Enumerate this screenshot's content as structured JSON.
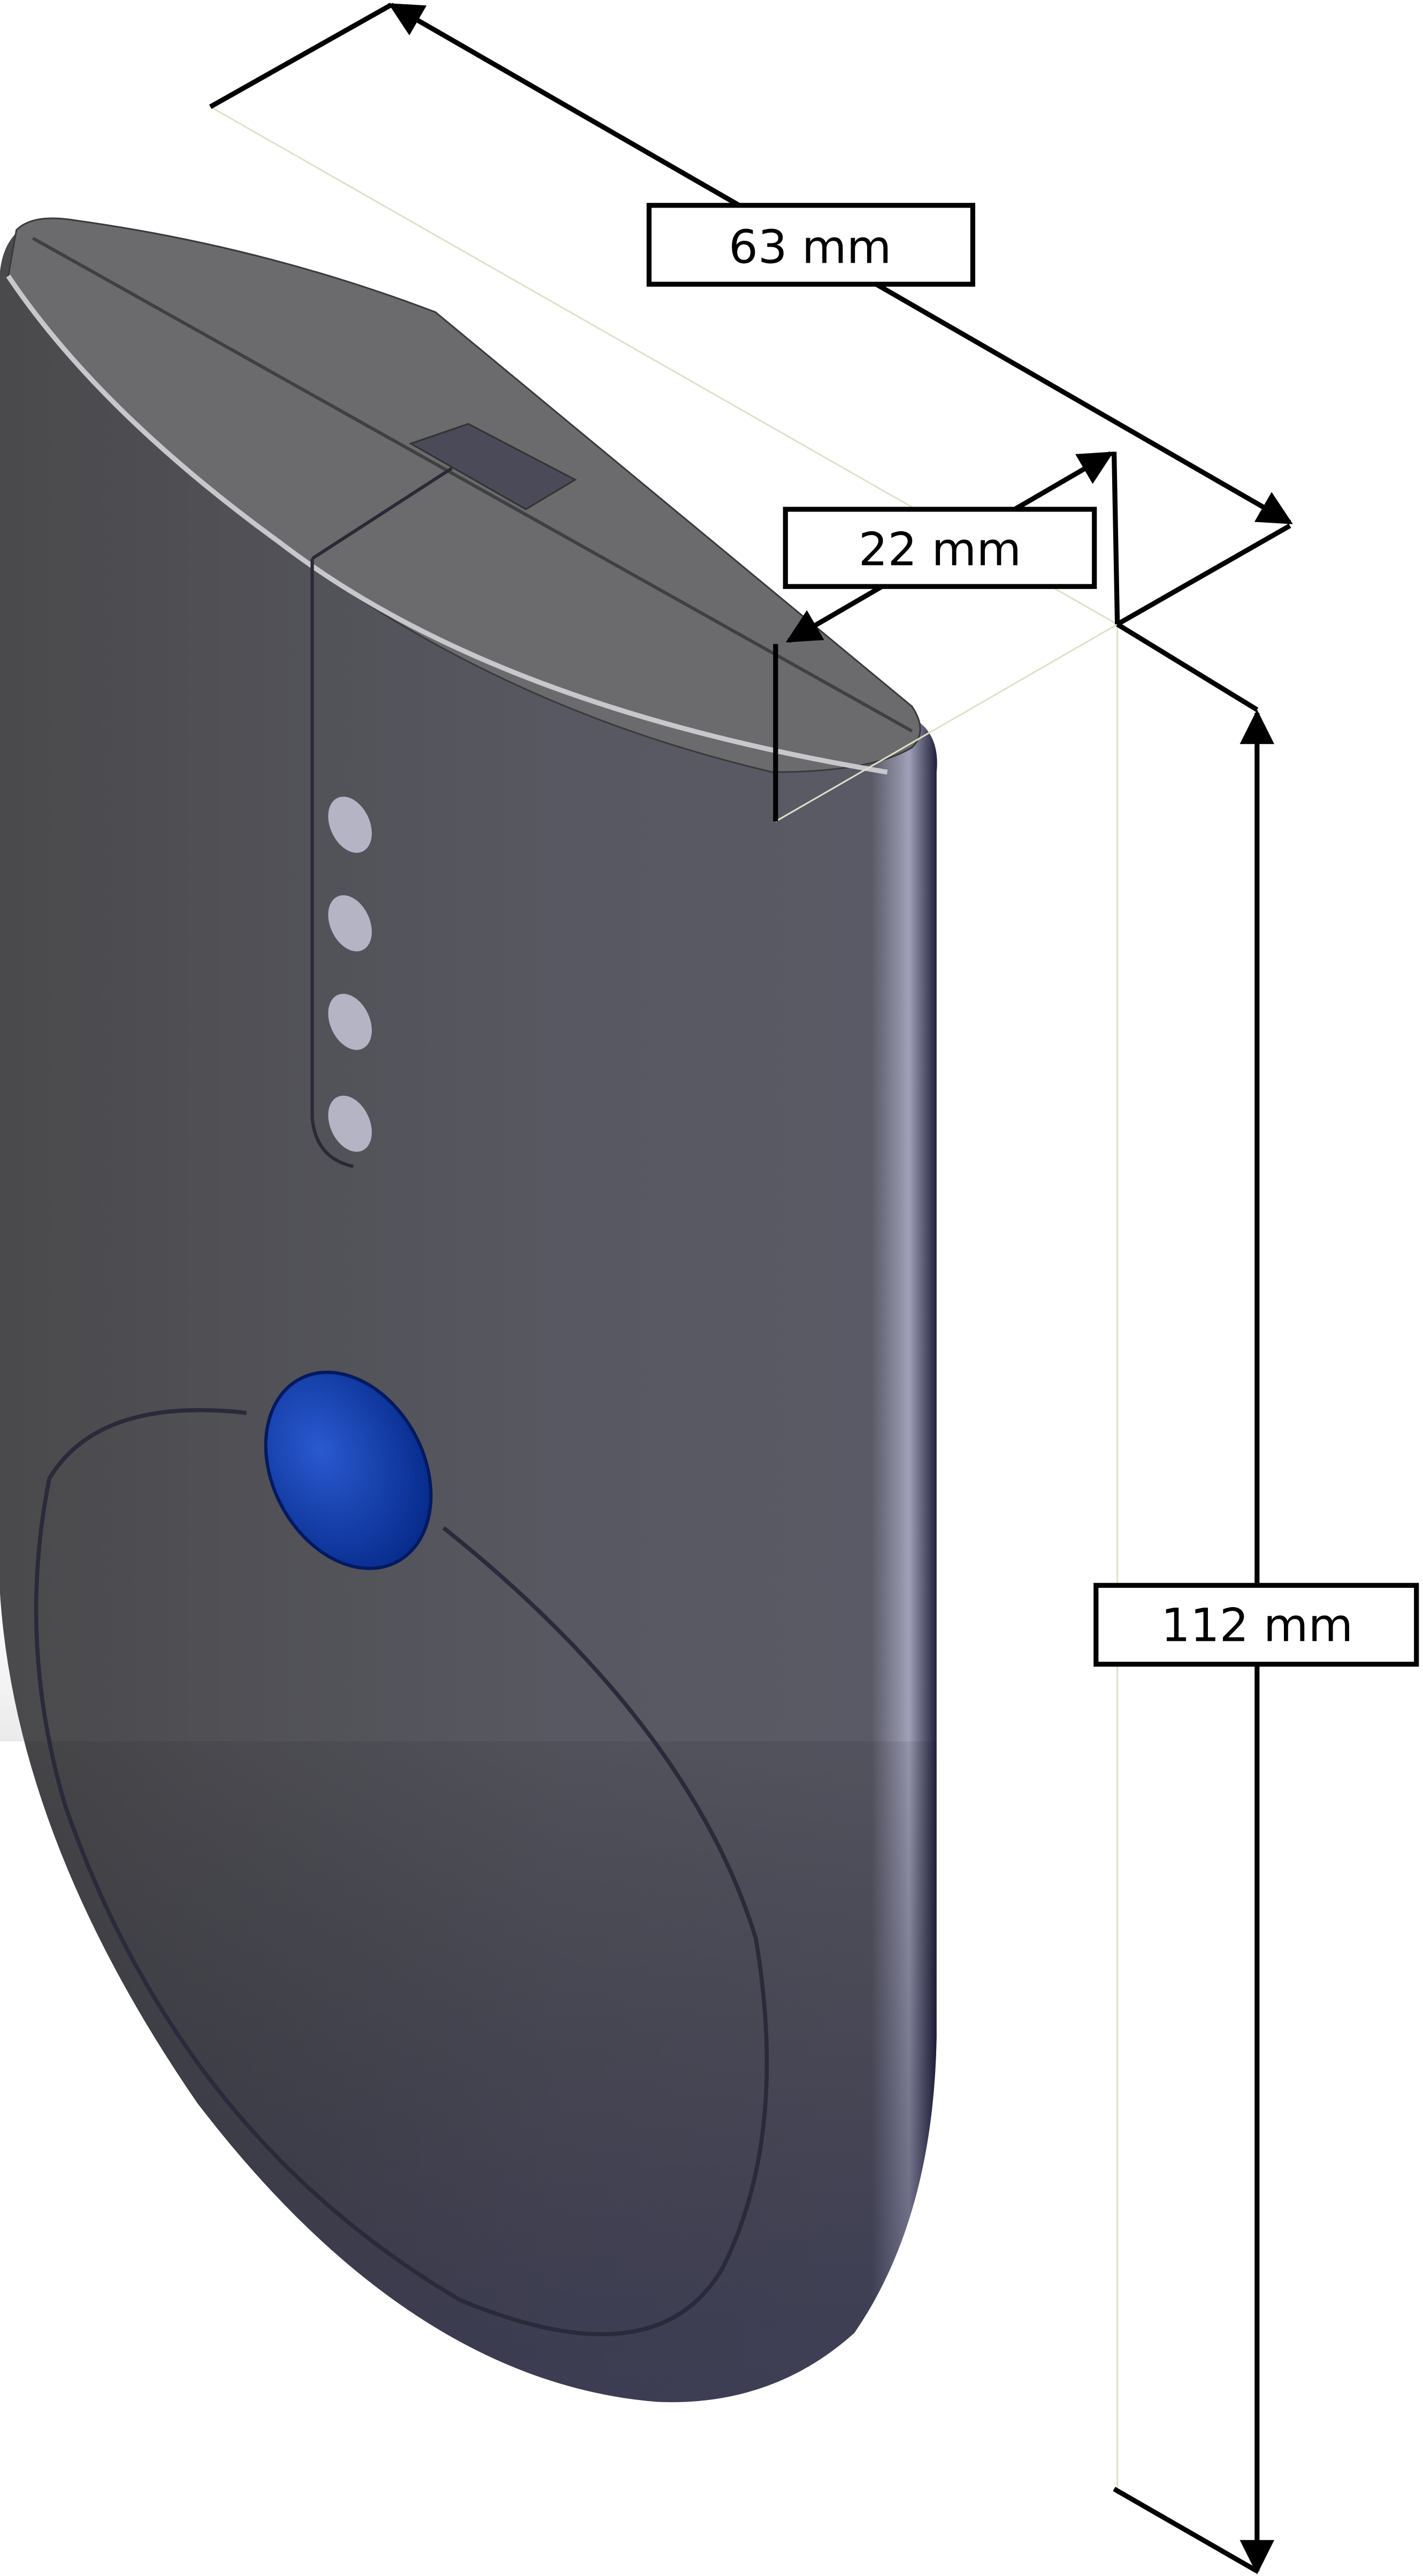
{
  "dimensions": {
    "width_label": "63 mm",
    "depth_label": "22 mm",
    "height_label": "112 mm"
  },
  "colors": {
    "body": "#55555d",
    "top_cap": "#6a6a6c",
    "button": "#0a3aa8",
    "led": "#b4b4c4",
    "dimension_line": "#000000"
  }
}
